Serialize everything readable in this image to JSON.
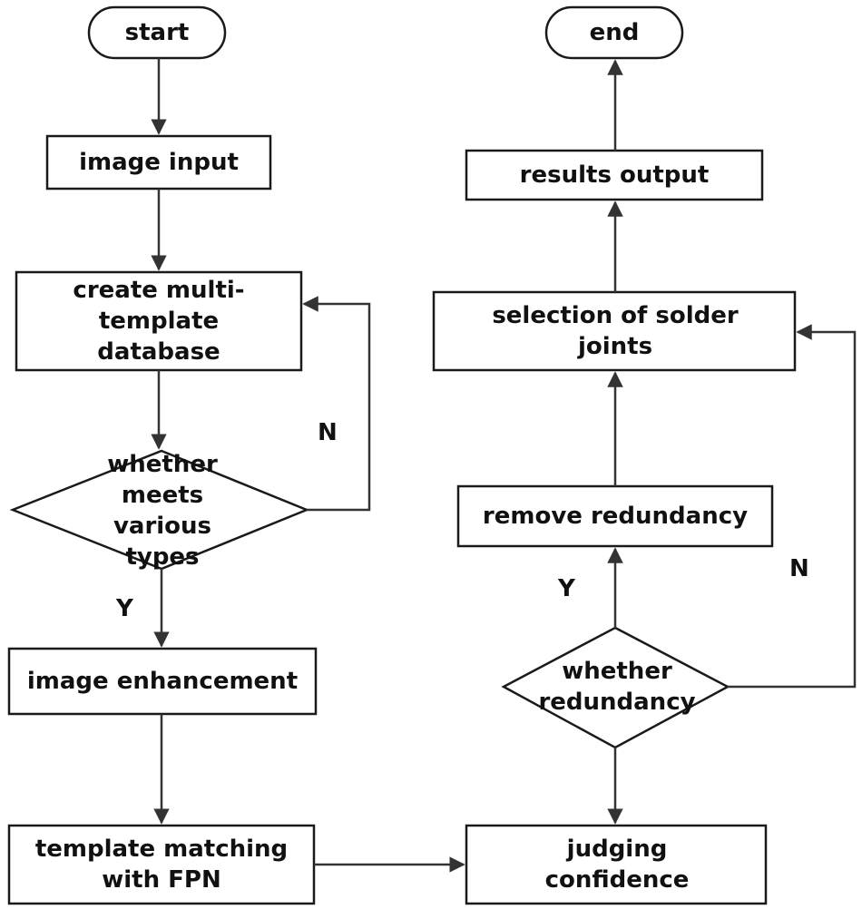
{
  "nodes": {
    "start": "start",
    "end": "end",
    "image_input": "image input",
    "create_db": "create multi-template database",
    "meets_types": "whether meets various types",
    "enhancement": "image enhancement",
    "matching": "template matching with FPN",
    "judging": "judging confidence",
    "redundancy_q": "whether redundancy",
    "remove_redundancy": "remove redundancy",
    "selection": "selection of solder joints",
    "results": "results output"
  },
  "edges": {
    "yes_label": "Y",
    "no_label": "N"
  }
}
